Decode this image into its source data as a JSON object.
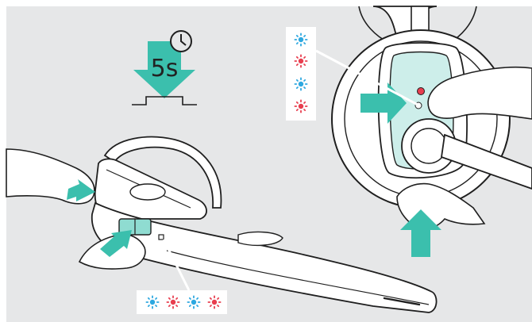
{
  "press_hold": {
    "duration_label": "5s",
    "icon": "clock-icon"
  },
  "colors": {
    "background": "#e6e7e8",
    "arrow_teal": "#3bbfad",
    "led_blue": "#2ea8e0",
    "led_red": "#e83e4f",
    "outline": "#1f1f1f"
  },
  "led_sequence_headset_right": [
    "blue",
    "red",
    "blue",
    "red"
  ],
  "led_sequence_headset_left": [
    "blue",
    "red",
    "blue",
    "red"
  ],
  "icons": [
    "clock-icon",
    "down-arrow-icon",
    "press-arrow-icon",
    "led-blink-icon"
  ]
}
